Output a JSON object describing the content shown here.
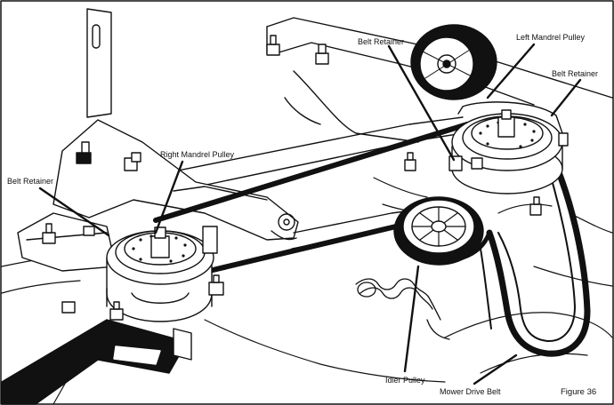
{
  "labels": {
    "belt_retainer_top": "Belt Retainer",
    "left_mandrel_pulley": "Left Mandrel Pulley",
    "belt_retainer_right": "Belt Retainer",
    "right_mandrel_pulley": "Right Mandrel Pulley",
    "belt_retainer_left": "Belt Retainer",
    "idler_pulley": "Idler Pulley",
    "mower_drive_belt": "Mower Drive Belt",
    "figure": "Figure 36"
  },
  "colors": {
    "line": "#111111",
    "background": "#ffffff"
  },
  "icons": {
    "deck_graphic": "mower-deck-assembly-illustration"
  }
}
